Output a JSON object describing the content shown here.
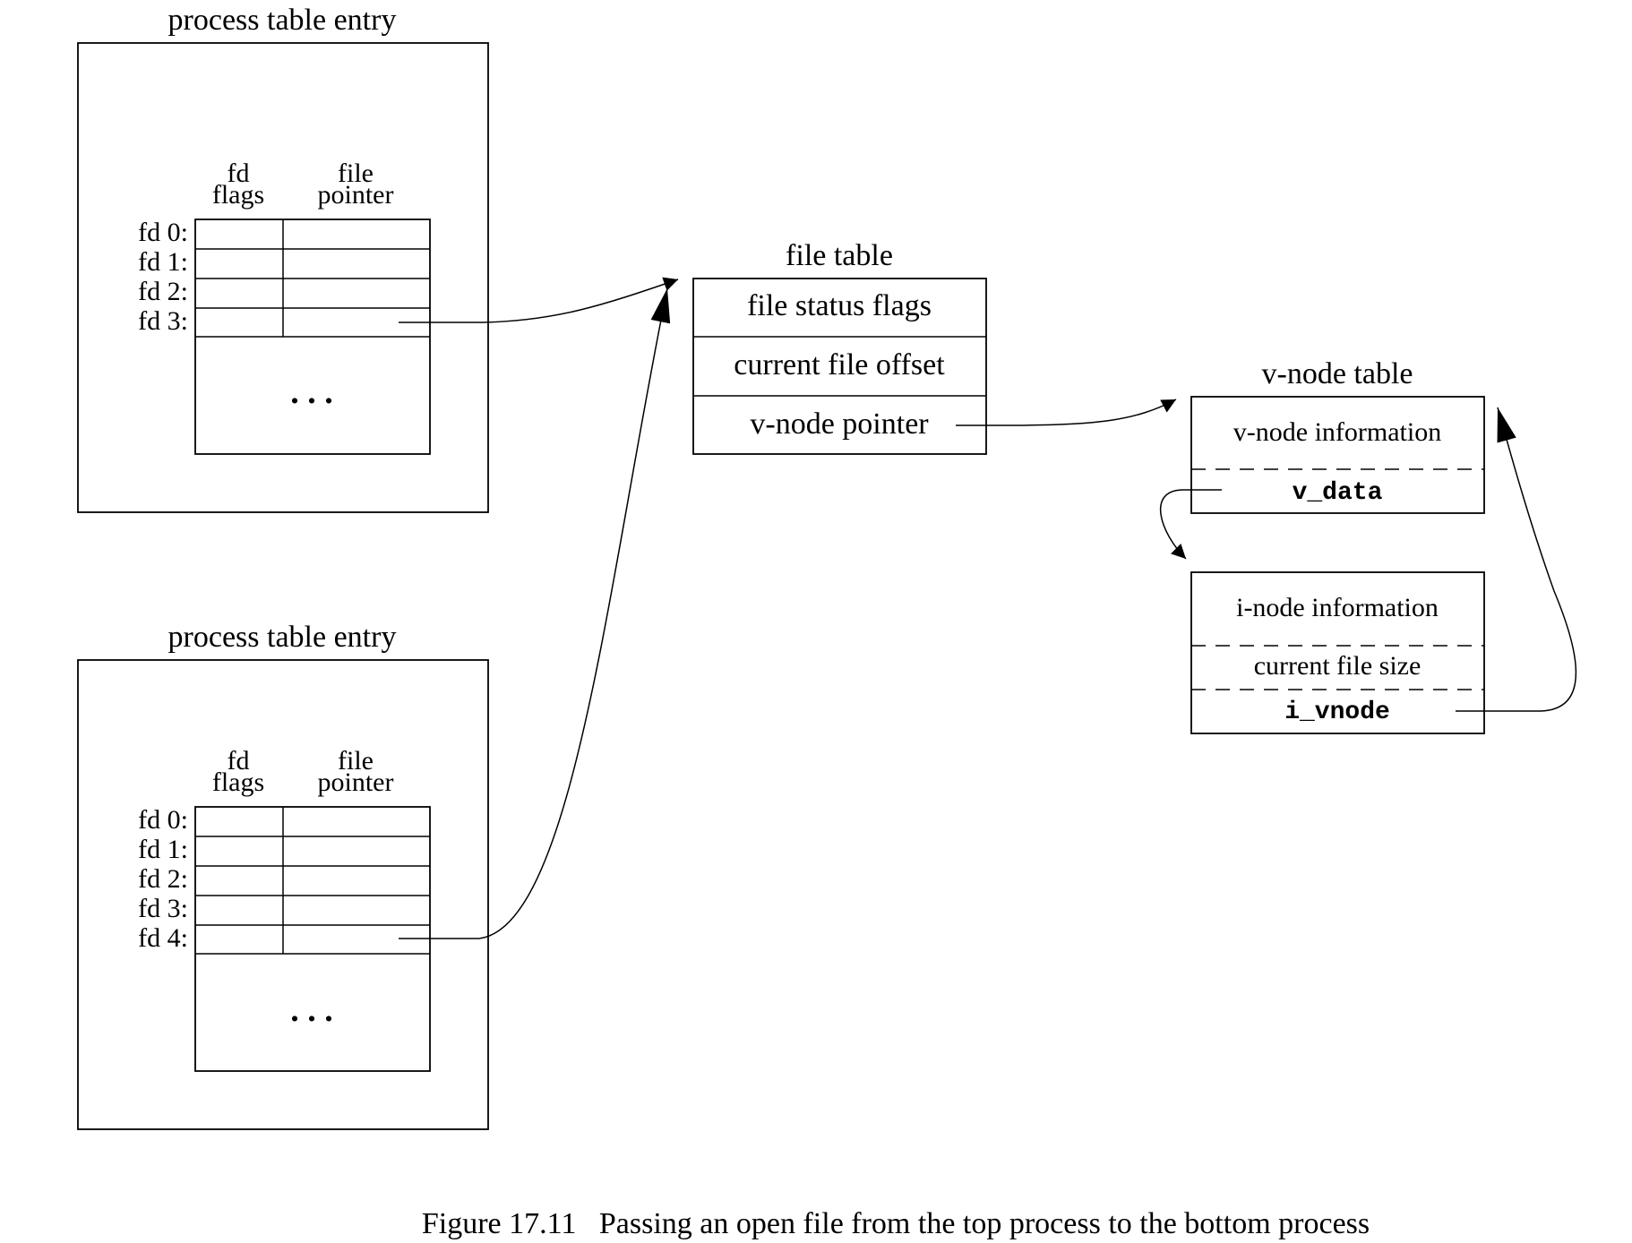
{
  "process_entries": [
    {
      "title": "process table entry",
      "col_headers": {
        "flags_top": "fd",
        "flags_bottom": "flags",
        "ptr_top": "file",
        "ptr_bottom": "pointer"
      },
      "rows": [
        "fd 0:",
        "fd 1:",
        "fd 2:",
        "fd 3:"
      ],
      "ellipsis": ". . ."
    },
    {
      "title": "process table entry",
      "col_headers": {
        "flags_top": "fd",
        "flags_bottom": "flags",
        "ptr_top": "file",
        "ptr_bottom": "pointer"
      },
      "rows": [
        "fd 0:",
        "fd 1:",
        "fd 2:",
        "fd 3:",
        "fd 4:"
      ],
      "ellipsis": ". . ."
    }
  ],
  "file_table": {
    "title": "file table",
    "rows": [
      "file status flags",
      "current file offset",
      "v-node pointer"
    ]
  },
  "vnode_table": {
    "title": "v-node table",
    "vnode_info": "v-node information",
    "v_data": "v_data",
    "inode_info": "i-node information",
    "file_size": "current file size",
    "i_vnode": "i_vnode"
  },
  "caption": {
    "label": "Figure 17.11",
    "text": "Passing an open file from the top process to the bottom process"
  }
}
